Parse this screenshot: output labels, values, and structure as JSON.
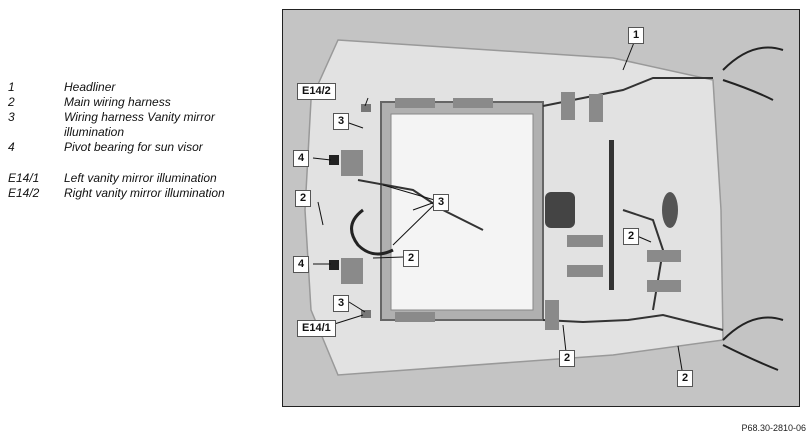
{
  "legend": [
    {
      "num": "1",
      "text": "Headliner"
    },
    {
      "num": "2",
      "text": "Main wiring harness"
    },
    {
      "num": "3",
      "text": "Wiring harness  Vanity mirror illumination"
    },
    {
      "num": "4",
      "text": "Pivot bearing for sun visor"
    },
    {
      "num": "E14/1",
      "text": "Left vanity mirror illumination"
    },
    {
      "num": "E14/2",
      "text": "Right vanity mirror illumination"
    }
  ],
  "callouts": {
    "c1": "1",
    "c2a": "2",
    "c2b": "2",
    "c2c": "2",
    "c2d": "2",
    "c2e": "2",
    "c3a": "3",
    "c3b": "3",
    "c3c": "3",
    "c4a": "4",
    "c4b": "4",
    "e142": "E14/2",
    "e141": "E14/1"
  },
  "caption": "P68.30-2810-06"
}
